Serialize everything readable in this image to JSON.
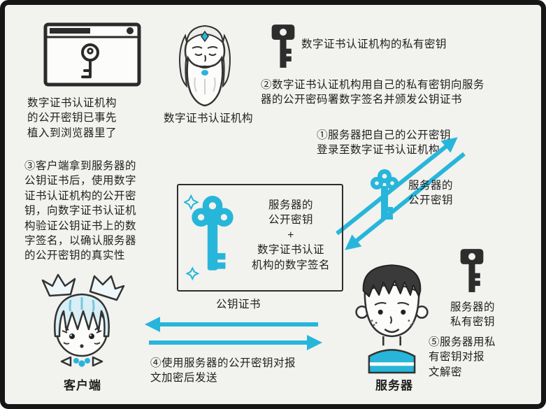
{
  "colors": {
    "accent": "#27b6da",
    "ink": "#1f1f1f",
    "key_dark": "#2d2d2d",
    "background": "#f2f2ef"
  },
  "ca": {
    "label": "数字证书认证机构",
    "private_key_label": "数字证书认证机构的私有密钥"
  },
  "browser": {
    "note": "数字证书认证机构\n的公开密钥已事先\n植入到浏览器里了"
  },
  "steps": {
    "s1": "①服务器把自己的公开密钥\n登录至数字证书认证机构",
    "s2": "②数字证书认证机构用自己的私有密钥向服务\n器的公开密码署数字签名并颁发公钥证书",
    "s3": "③客户端拿到服务器的公钥证书后，使用数字证书认证机构的公开密钥，向数字证书认证机构验证公钥证书上的数字签名，以确认服务器的公开密钥的真实性",
    "s4": "④使用服务器的公开密钥对报\n文加密后发送",
    "s5": "⑤服务器用私\n有密钥对报\n文解密"
  },
  "server": {
    "label": "服务器",
    "public_key_label": "服务器的\n公开密钥",
    "private_key_label": "服务器的\n私有密钥"
  },
  "client": {
    "label": "客户端"
  },
  "certificate": {
    "content": "服务器的\n公开密钥\n+\n数字证书认证\n机构的数字签名",
    "label": "公钥证书"
  },
  "icons": {
    "browser_window": "browser-window-with-embedded-ca-public-key",
    "ca_figure": "certificate-authority-deity-face",
    "ca_private_key": "dark-private-key",
    "server_public_key": "cyan-public-key",
    "certificate_key": "cyan-signed-public-key-with-sparkles",
    "client_figure": "client-girl-character",
    "server_figure": "server-boy-character",
    "server_private_key": "dark-private-key",
    "diagonal_arrows": "register-and-issue-double-arrows",
    "bottom_arrows": "client-server-exchange-double-arrows"
  }
}
